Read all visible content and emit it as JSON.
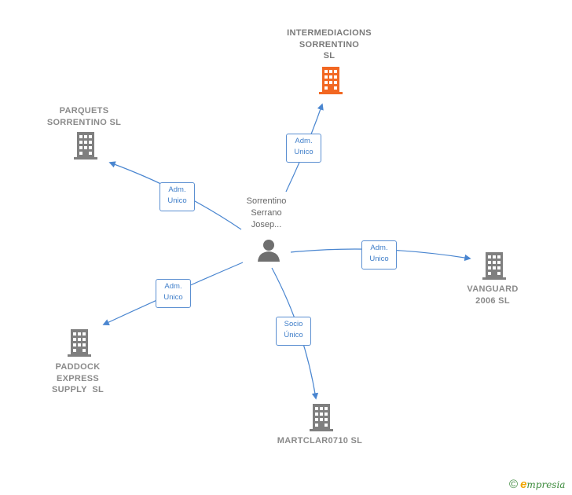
{
  "center": {
    "name_lines": [
      "Sorrentino",
      "Serrano",
      "Josep..."
    ],
    "icon": "person-icon"
  },
  "companies": [
    {
      "id": "intermediacions",
      "name_lines": [
        "INTERMEDIACIONS",
        "SORRENTINO",
        "SL"
      ],
      "icon": "building-icon",
      "color": "#f26722"
    },
    {
      "id": "parquets",
      "name_lines": [
        "PARQUETS",
        "SORRENTINO SL"
      ],
      "icon": "building-icon",
      "color": "#7f7f7f"
    },
    {
      "id": "vanguard",
      "name_lines": [
        "VANGUARD",
        "2006 SL"
      ],
      "icon": "building-icon",
      "color": "#7f7f7f"
    },
    {
      "id": "paddock",
      "name_lines": [
        "PADDOCK",
        "EXPRESS",
        "SUPPLY  SL"
      ],
      "icon": "building-icon",
      "color": "#7f7f7f"
    },
    {
      "id": "martclar",
      "name_lines": [
        "MARTCLAR0710 SL"
      ],
      "icon": "building-icon",
      "color": "#7f7f7f"
    }
  ],
  "relations": [
    {
      "to": "intermediacions",
      "label_lines": [
        "Adm.",
        "Unico"
      ]
    },
    {
      "to": "parquets",
      "label_lines": [
        "Adm.",
        "Unico"
      ]
    },
    {
      "to": "vanguard",
      "label_lines": [
        "Adm.",
        "Unico"
      ]
    },
    {
      "to": "paddock",
      "label_lines": [
        "Adm.",
        "Unico"
      ]
    },
    {
      "to": "martclar",
      "label_lines": [
        "Socio",
        "Único"
      ]
    }
  ],
  "colors": {
    "edge": "#4a86d0",
    "person": "#6f6f6f",
    "building": "#7f7f7f",
    "highlight": "#f26722"
  },
  "brand": {
    "copyright": "©",
    "initial": "e",
    "rest": "mpresia"
  }
}
